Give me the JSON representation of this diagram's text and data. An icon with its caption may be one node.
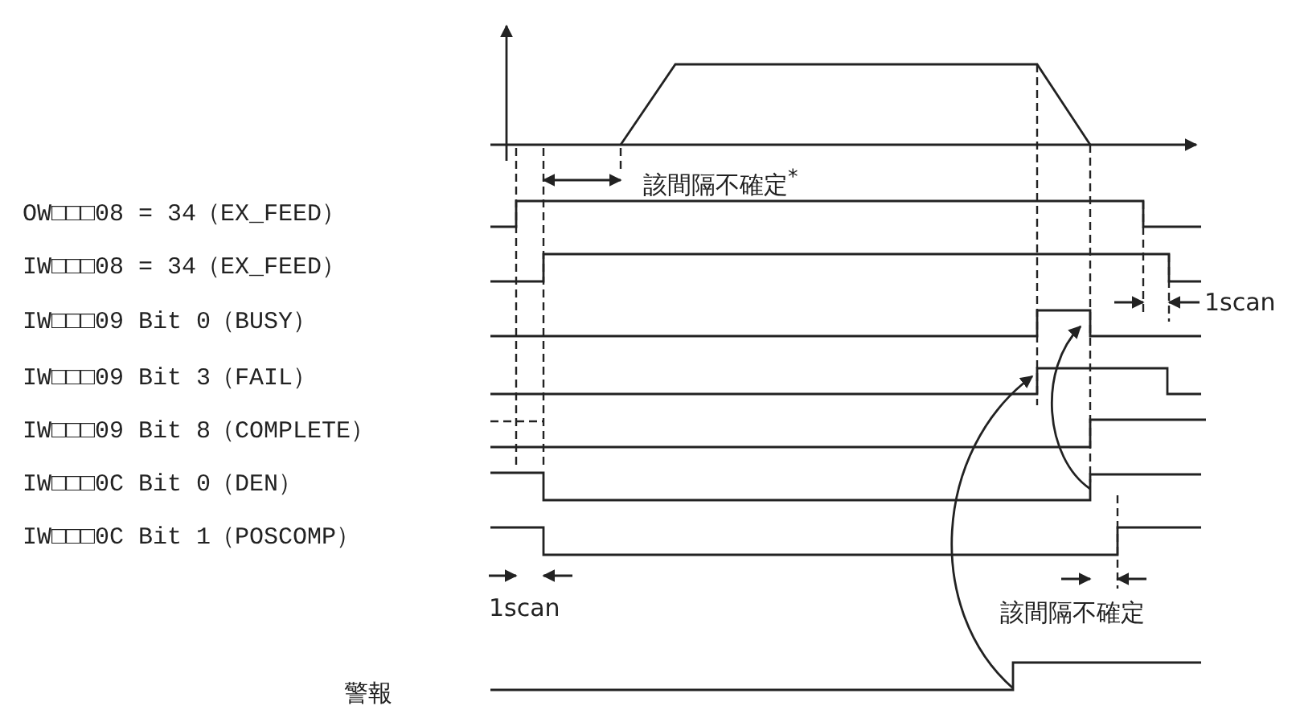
{
  "diagram": {
    "labels": [
      "該間隔不確定$^{*}$",
      "OW□□□08 = 34（EX_FEED）",
      "IW□□□08 = 34（EX_FEED）",
      "IW□□□09 Bit 0（BUSY）",
      "1scan",
      "IW□□□09 Bit 3（FAIL）",
      "IW□□□09 Bit 8（COMPLETE）",
      "IW□□□0C Bit 0（DEN）",
      "IW□□□0C Bit 1（POSCOMP）",
      "1scan",
      "該間隔不確定",
      "警報"
    ]
  }
}
